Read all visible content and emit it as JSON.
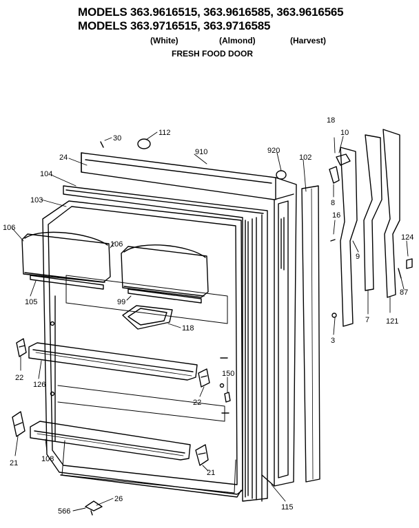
{
  "header": {
    "models_line1": "MODELS 363.9616515, 363.9616585, 363.9616565",
    "models_line2": "MODELS 363.9716515, 363.9716585",
    "color_white": "(White)",
    "color_almond": "(Almond)",
    "color_harvest": "(Harvest)",
    "subtitle": "FRESH FOOD DOOR"
  },
  "parts": {
    "p30": "30",
    "p112": "112",
    "p910": "910",
    "p920": "920",
    "p24": "24",
    "p104": "104",
    "p103": "103",
    "p106a": "106",
    "p106b": "106",
    "p105": "105",
    "p99": "99",
    "p118": "118",
    "p102": "102",
    "p18": "18",
    "p10": "10",
    "p8": "8",
    "p16": "16",
    "p9": "9",
    "p124": "124",
    "p87": "87",
    "p7": "7",
    "p121": "121",
    "p3": "3",
    "p22a": "22",
    "p126": "126",
    "p22b": "22",
    "p150": "150",
    "p21a": "21",
    "p108": "108",
    "p21b": "21",
    "p115": "115",
    "p26": "26",
    "p566": "566"
  }
}
